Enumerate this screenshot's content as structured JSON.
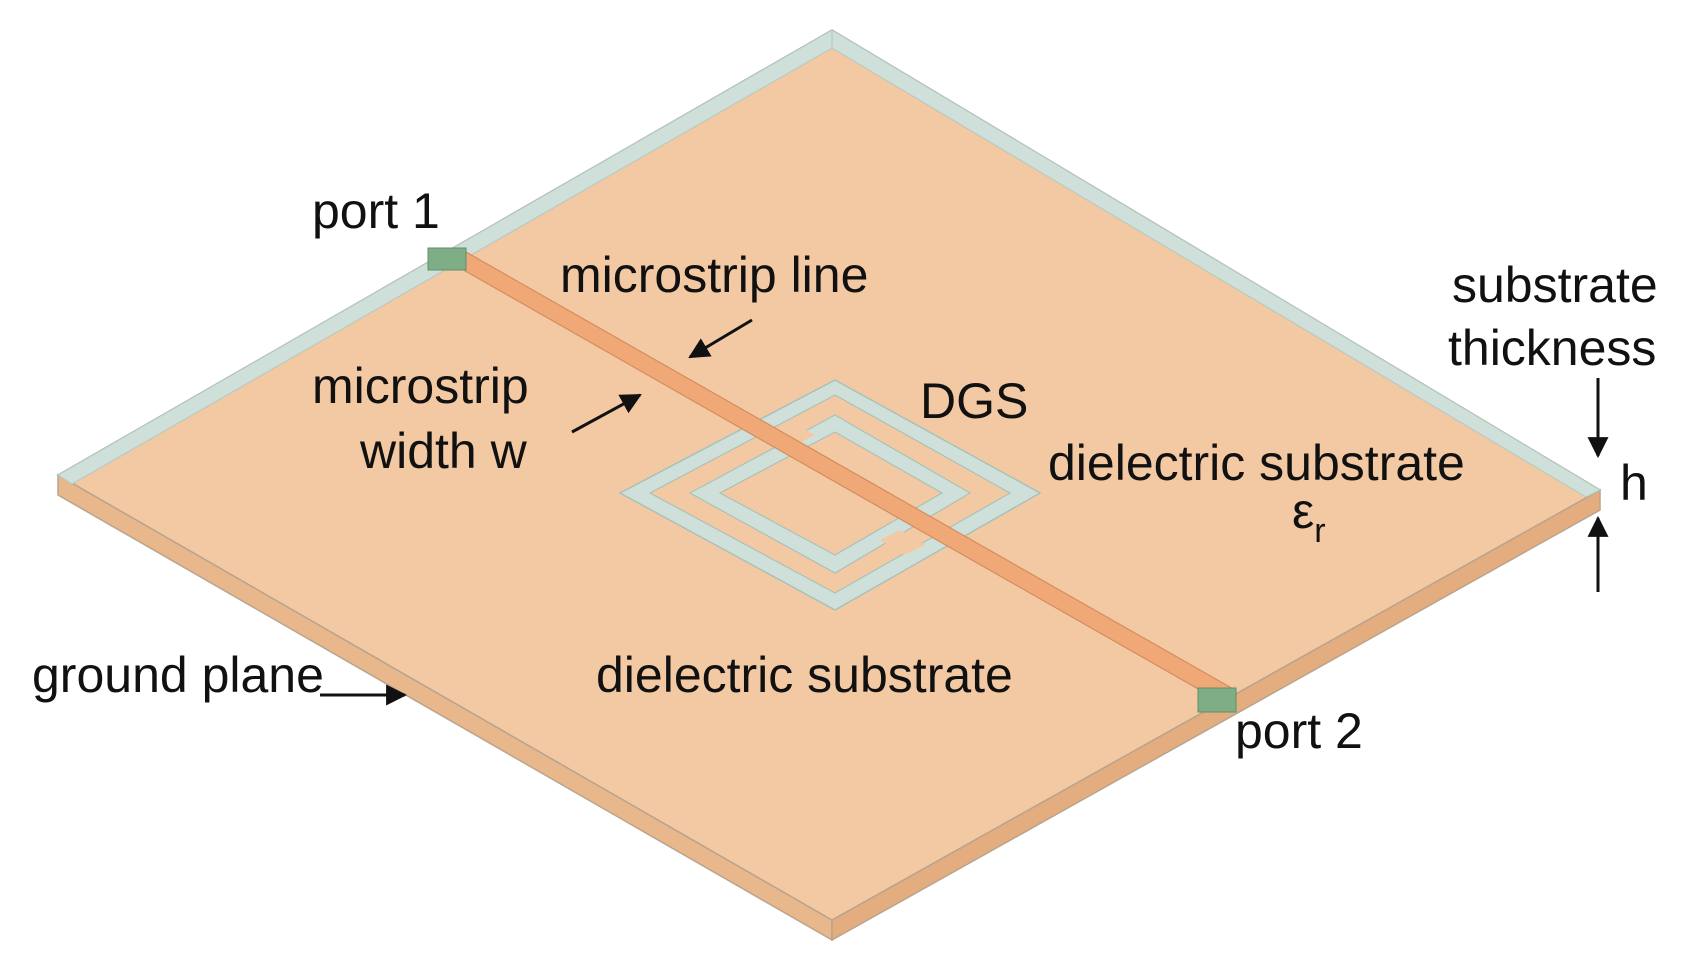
{
  "diagram": {
    "labels": {
      "port1": "port 1",
      "port2": "port 2",
      "microstrip_line": "microstrip line",
      "microstrip_width_line1": "microstrip",
      "microstrip_width_line2": "width w",
      "dgs": "DGS",
      "dielectric_substrate_top": "dielectric substrate",
      "epsilon": "ε",
      "epsilon_sub": "r",
      "dielectric_substrate_bottom": "dielectric substrate",
      "ground_plane": "ground plane",
      "substrate_thickness_line1": "substrate",
      "substrate_thickness_line2": "thickness",
      "thickness_symbol": "h"
    },
    "colors": {
      "substrate_top": "#f3c9a3",
      "substrate_side": "#edbd93",
      "substrate_edge": "#cfe0da",
      "microstrip": "#f0a877",
      "dgs_slot": "#cfe0da",
      "port": "#7fae86",
      "outline": "#b9a48e",
      "arrow": "#111111"
    }
  }
}
